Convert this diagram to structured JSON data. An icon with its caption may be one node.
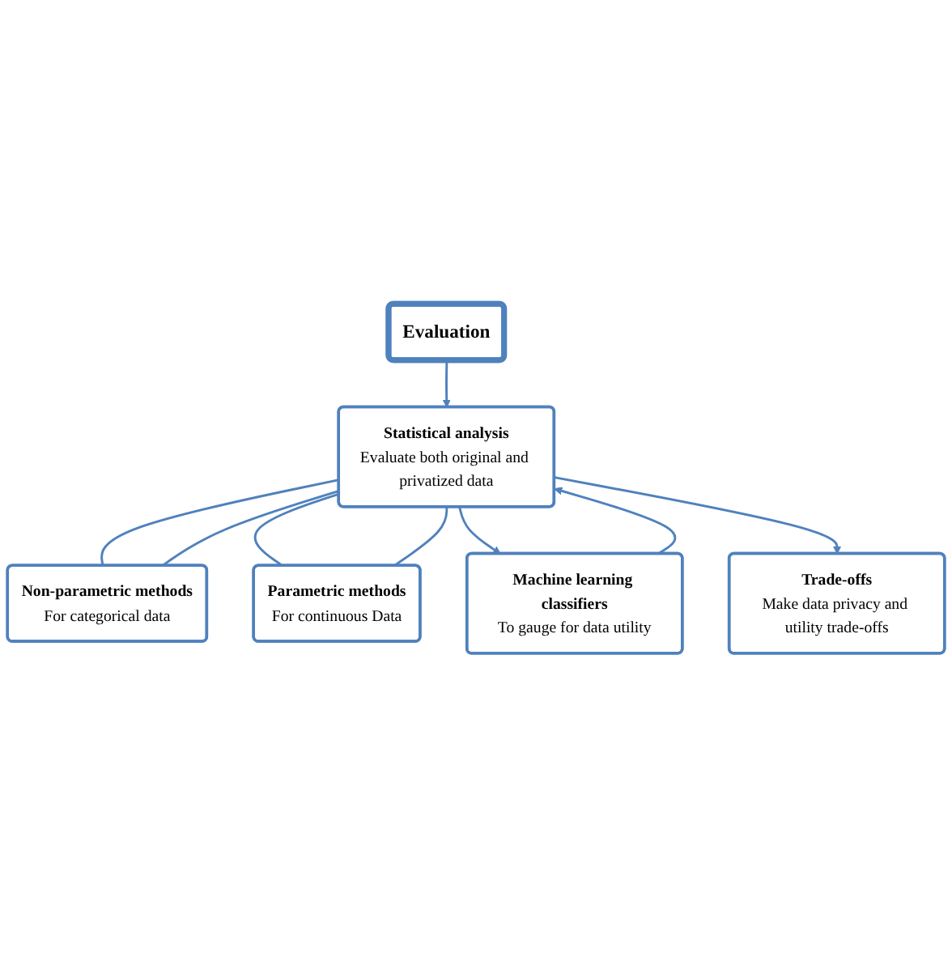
{
  "diagram": {
    "nodes": [
      {
        "text": [
          "Evaluation"
        ]
      },
      {
        "text": [
          "Statistical analysis",
          "Evaluate both original and privatized data"
        ]
      },
      {
        "text": [
          "Non-parametric methods",
          "For categorical data"
        ]
      },
      {
        "text": [
          "Parametric methods",
          "For continuous Data"
        ]
      },
      {
        "text": [
          "Machine learning classifiers",
          "To gauge for data utility"
        ]
      },
      {
        "text": [
          "Trade-offs",
          "Make data privacy and utility trade-offs"
        ]
      }
    ],
    "edges": [
      {
        "from": 0,
        "to": 1,
        "arrow": "to"
      },
      {
        "from": 1,
        "to": 2,
        "arrow": "none"
      },
      {
        "from": 1,
        "to": 3,
        "arrow": "none"
      },
      {
        "from": 1,
        "to": 4,
        "arrow": "to"
      },
      {
        "from": 2,
        "to": 1,
        "arrow": "none"
      },
      {
        "from": 3,
        "to": 1,
        "arrow": "none"
      },
      {
        "from": 4,
        "to": 1,
        "arrow": "to"
      },
      {
        "from": 1,
        "to": 5,
        "arrow": "to"
      }
    ]
  }
}
